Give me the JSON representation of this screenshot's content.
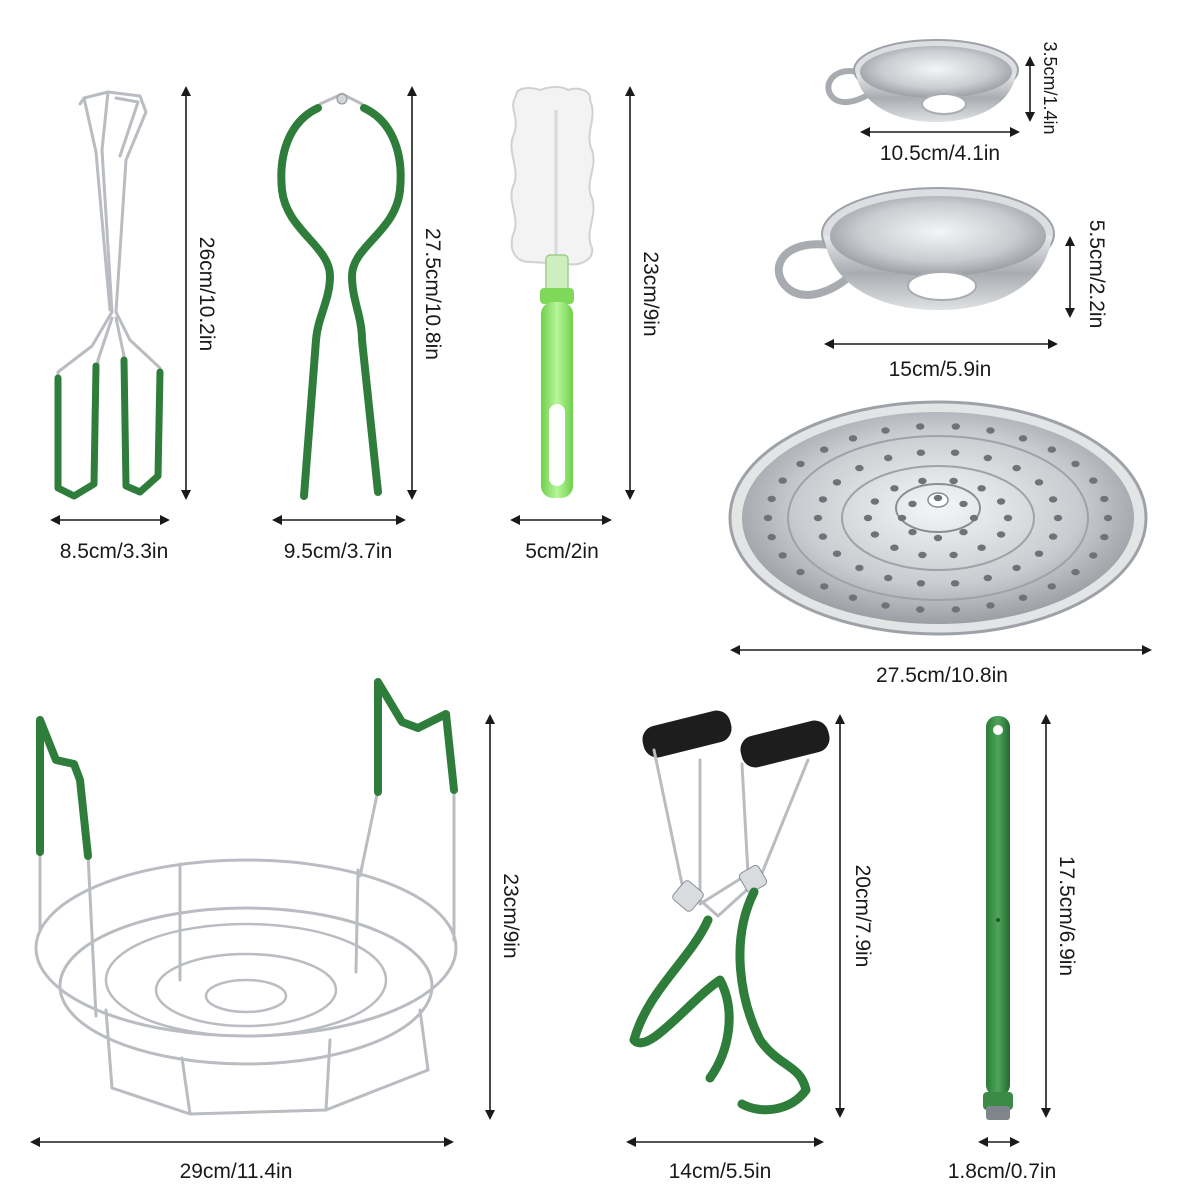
{
  "items": [
    {
      "name": "tongs",
      "width_label": "8.5cm/3.3in",
      "height_label": "26cm/10.2in"
    },
    {
      "name": "jar-wrench",
      "width_label": "9.5cm/3.7in",
      "height_label": "27.5cm/10.8in"
    },
    {
      "name": "bottle-brush",
      "width_label": "5cm/2in",
      "height_label": "23cm/9in"
    },
    {
      "name": "small-funnel",
      "width_label": "10.5cm/4.1in",
      "height_label": "3.5cm/1.4in"
    },
    {
      "name": "large-funnel",
      "width_label": "15cm/5.9in",
      "height_label": "5.5cm/2.2in"
    },
    {
      "name": "steamer-rack",
      "width_label": "27.5cm/10.8in"
    },
    {
      "name": "canning-rack",
      "width_label": "29cm/11.4in",
      "height_label": "23cm/9in"
    },
    {
      "name": "jar-lifter",
      "width_label": "14cm/5.5in",
      "height_label": "20cm/7.9in"
    },
    {
      "name": "bubble-popper",
      "width_label": "1.8cm/0.7in",
      "height_label": "17.5cm/6.9in"
    }
  ],
  "colors": {
    "background": "#ffffff",
    "steel": "#b9bcc0",
    "green": "#2f7d3a",
    "lime": "#8fe06a",
    "text": "#1a1a1a"
  }
}
